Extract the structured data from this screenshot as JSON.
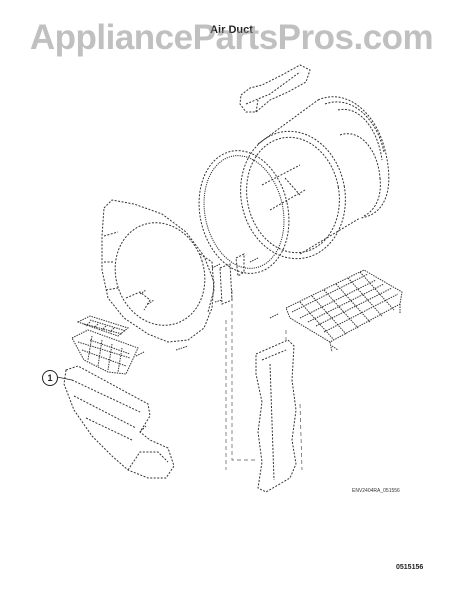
{
  "watermark": "AppliancePartsPros.com",
  "diagram": {
    "title": "Air Duct",
    "callout_number": "1",
    "drawing_code": "ENV2404RA_051556",
    "page_code": "0515156"
  },
  "colors": {
    "line": "#333333",
    "watermark": "#8c8c8c",
    "background": "#ffffff"
  }
}
